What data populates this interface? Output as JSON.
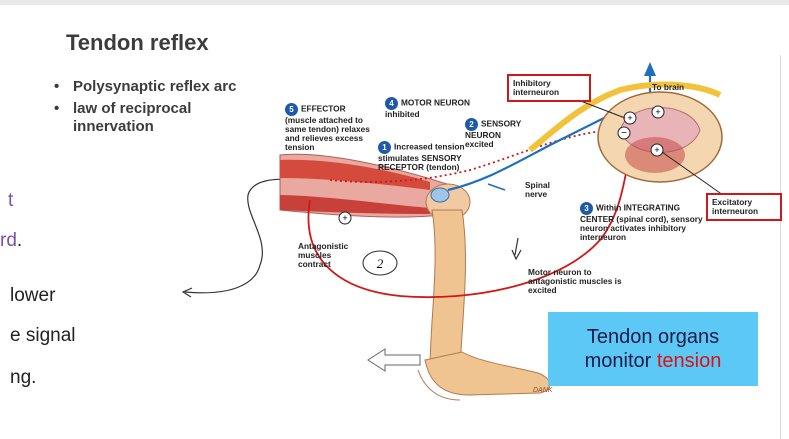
{
  "slide": {
    "title": "Tendon reflex",
    "bullets": [
      {
        "bullet": "•",
        "text": "Polysynaptic reflex arc"
      },
      {
        "bullet": "•",
        "text": "law of reciprocal innervation"
      }
    ]
  },
  "side_text": {
    "line1": "t",
    "line2_main": "rd",
    "line2_end": ".",
    "line3": "lower",
    "line4": "e signal",
    "line5": "ng."
  },
  "figure": {
    "labels": {
      "effector_num": "5",
      "effector": "EFFECTOR (muscle attached to same tendon) relaxes and relieves excess tension",
      "motor_num": "4",
      "motor": "MOTOR NEURON inhibited",
      "sensory_num": "2",
      "sensory": "SENSORY NEURON excited",
      "receptor_num": "1",
      "receptor": "Increased tension stimulates SENSORY RECEPTOR (tendon)",
      "inhibitory": "Inhibitory interneuron",
      "to_brain": "To brain",
      "spinal_nerve": "Spinal nerve",
      "integrating_num": "3",
      "integrating": "Within INTEGRATING CENTER (spinal cord), sensory neuron activates inhibitory interneuron",
      "excitatory": "Excitatory interneuron",
      "antagonistic": "Antagonistic muscles contract",
      "motor_antagonistic": "Motor neuron to antagonistic muscles is excited",
      "handwritten": "2",
      "signature": "DANK"
    },
    "symbols": {
      "plus": "+",
      "minus": "−"
    }
  },
  "callout_box": {
    "line1": "Tendon organs",
    "line2_before": "monitor ",
    "line2_red": "tension"
  },
  "colors": {
    "callout_bg": "#5cc8f5",
    "accent_red": "#e01010",
    "neuron_blue": "#1e6fc0",
    "neuron_yellow": "#f2c23a"
  }
}
